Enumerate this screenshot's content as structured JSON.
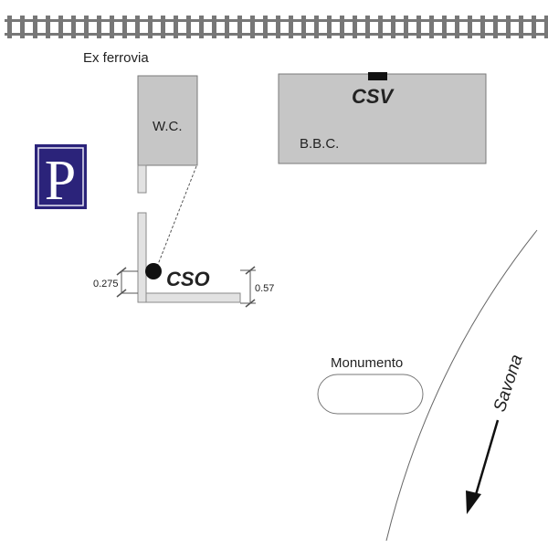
{
  "title": "Site map",
  "labels": {
    "railway": "Ex ferrovia",
    "wc": "W.C.",
    "bbc": "B.B.C.",
    "csv": "CSV",
    "cso": "CSO",
    "monument": "Monumento",
    "direction": "Savona",
    "parking": "P",
    "dim_left": "0.275",
    "dim_right": "0.57"
  },
  "colors": {
    "building_fill": "#c6c6c6",
    "building_stroke": "#7a7a7a",
    "wall_fill": "#e2e2e2",
    "parking_bg": "#2b237a",
    "rail": "#777777",
    "marker": "#111111"
  },
  "icons": {
    "parking": "parking-sign-icon",
    "arrow": "arrow-down-left-icon",
    "railway": "railway-track-icon"
  }
}
